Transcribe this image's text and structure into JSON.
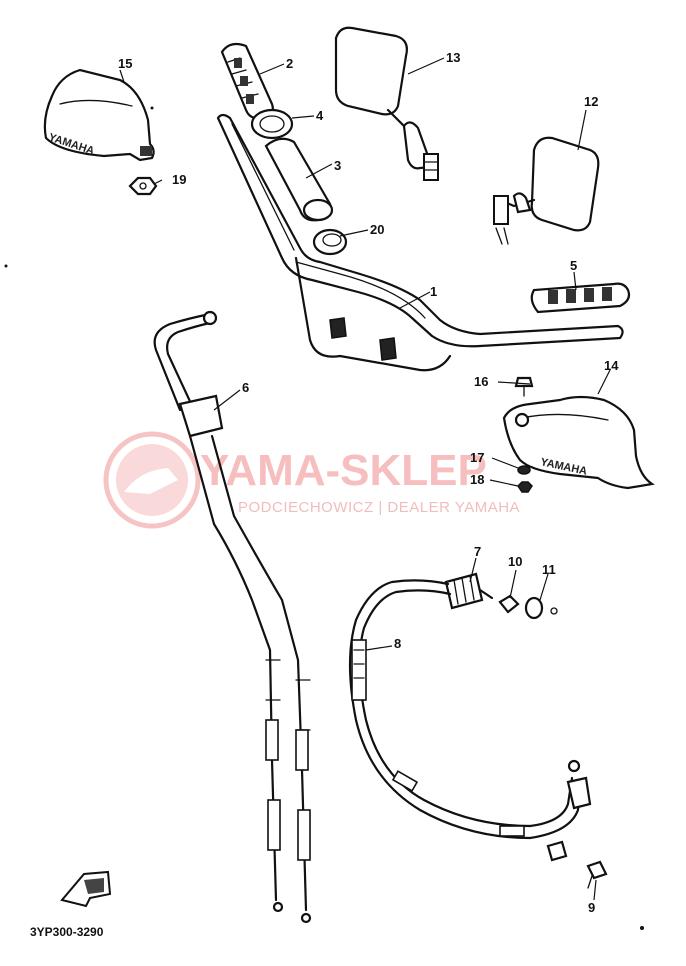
{
  "diagram_code": "3YP300-3290",
  "watermark": {
    "title": "YAMA-SKLEP",
    "subtitle": "PODCIECHOWICZ | DEALER YAMAHA"
  },
  "brand_text": "YAMAHA",
  "part_labels": [
    "1",
    "2",
    "3",
    "4",
    "5",
    "6",
    "7",
    "8",
    "9",
    "10",
    "11",
    "12",
    "13",
    "14",
    "15",
    "16",
    "17",
    "18",
    "19",
    "20"
  ]
}
